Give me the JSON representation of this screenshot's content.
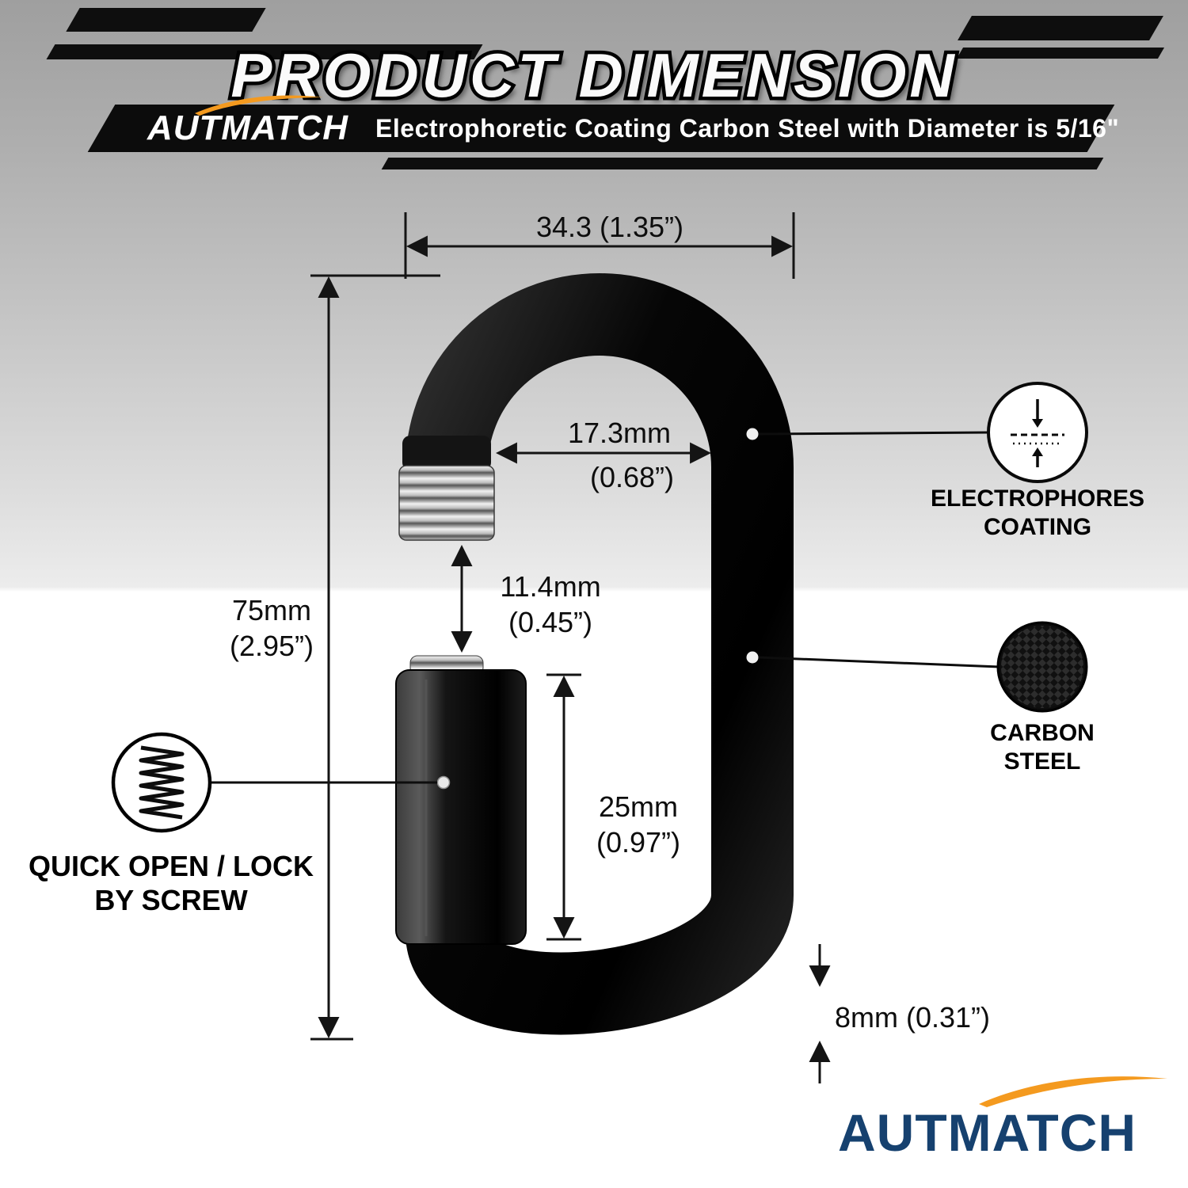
{
  "header": {
    "title": "PRODUCT DIMENSION",
    "banner_brand": "AUTMATCH",
    "banner_text": "Electrophoretic Coating Carbon Steel with Diameter is 5/16\""
  },
  "dims": {
    "top_width": "34.3  (1.35”)",
    "inner_w1": "17.3mm",
    "inner_w2": "(0.68”)",
    "gap1": "11.4mm",
    "gap2": "(0.45”)",
    "height1": "75mm",
    "height2": "(2.95”)",
    "nut1": "25mm",
    "nut2": "(0.97”)",
    "thickness": "8mm (0.31”)"
  },
  "callouts": {
    "coating_l1": "ELECTROPHORES",
    "coating_l2": "COATING",
    "carbon_l1": "CARBON",
    "carbon_l2": "STEEL",
    "screw_l1": "QUICK OPEN / LOCK",
    "screw_l2": "BY SCREW"
  },
  "footer": {
    "brand": "AUTMATCH"
  },
  "icons": {
    "coating": "coating-layers-icon",
    "carbon": "carbon-texture-icon",
    "screw": "screw-spring-icon"
  },
  "colors": {
    "accent_orange": "#f49a1f",
    "brand_blue": "#16416f",
    "ink": "#0d0d0d"
  }
}
